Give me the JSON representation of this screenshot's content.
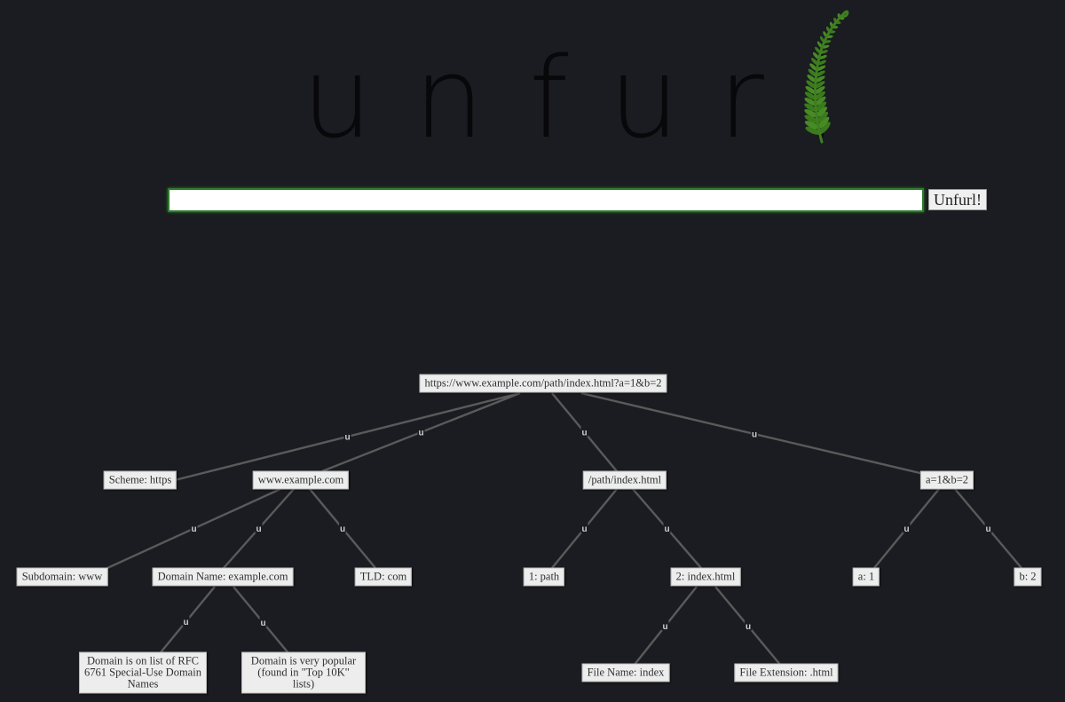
{
  "logo": {
    "letters": [
      "u",
      "n",
      "f",
      "u",
      "r",
      "l"
    ],
    "fern_icon": "fern-icon",
    "fern_color": "#3e7f1f"
  },
  "search": {
    "value": "",
    "button_label": "Unfurl!"
  },
  "graph": {
    "edge_label": "u",
    "nodes": {
      "root": "https://www.example.com/path/index.html?a=1&b=2",
      "scheme": "Scheme: https",
      "host": "www.example.com",
      "path": "/path/index.html",
      "query": "a=1&b=2",
      "subdomain": "Subdomain: www",
      "domain_name": "Domain Name: example.com",
      "tld": "TLD: com",
      "path_1": "1: path",
      "path_2": "2: index.html",
      "param_a": "a: 1",
      "param_b": "b: 2",
      "rfc6761": "Domain is on list of RFC 6761 Special-Use Domain Names",
      "popular": "Domain is very popular (found in \"Top 10K\" lists)",
      "file_name": "File Name: index",
      "file_extension": "File Extension: .html"
    }
  }
}
